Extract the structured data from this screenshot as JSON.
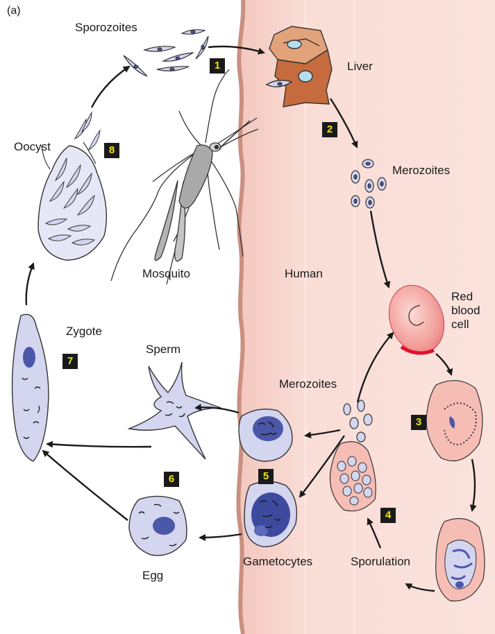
{
  "panel_label": "(a)",
  "labels": {
    "sporozoites": "Sporozoites",
    "liver": "Liver",
    "merozoites_top": "Merozoites",
    "oocyst": "Oocyst",
    "mosquito": "Mosquito",
    "human": "Human",
    "red_blood_cell": "Red blood cell",
    "zygote": "Zygote",
    "sperm": "Sperm",
    "merozoites_bottom": "Merozoites",
    "egg": "Egg",
    "gametocytes": "Gametocytes",
    "sporulation": "Sporulation"
  },
  "steps": [
    "1",
    "2",
    "3",
    "4",
    "5",
    "6",
    "7",
    "8"
  ],
  "colors": {
    "human_side": "#f7d3cc",
    "human_edge": "#c98f80",
    "cell_fill": "#d4d5ef",
    "cell_outline": "#333333",
    "nucleus": "#4b57a8",
    "liver": "#c66b3d",
    "rbc": "#f08a86",
    "rbc_edge": "#e0102a",
    "step_box": "#1a1a1a",
    "step_number": "#f2e600"
  }
}
